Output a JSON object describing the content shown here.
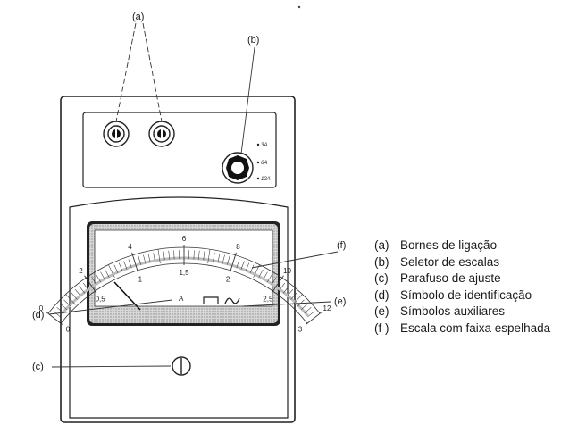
{
  "callouts": {
    "a": "(a)",
    "b": "(b)",
    "c": "(c)",
    "d": "(d)",
    "e": "(e)",
    "f": "(f)"
  },
  "selector_ranges": [
    "3A",
    "6A",
    "12A"
  ],
  "scale_upper": [
    "0",
    "2",
    "4",
    "6",
    "8",
    "10",
    "12"
  ],
  "scale_lower": [
    "0",
    "0,5",
    "1",
    "1,5",
    "2",
    "2,5",
    "3"
  ],
  "unit_symbol": "A",
  "legend": [
    {
      "key": "(a)",
      "text": "Bornes de ligação"
    },
    {
      "key": "(b)",
      "text": "Seletor de escalas"
    },
    {
      "key": "(c)",
      "text": "Parafuso de ajuste"
    },
    {
      "key": "(d)",
      "text": "Símbolo de identificação"
    },
    {
      "key": "(e)",
      "text": "Símbolos auxiliares"
    },
    {
      "key": "(f )",
      "text": "Escala com faixa espelhada"
    }
  ]
}
